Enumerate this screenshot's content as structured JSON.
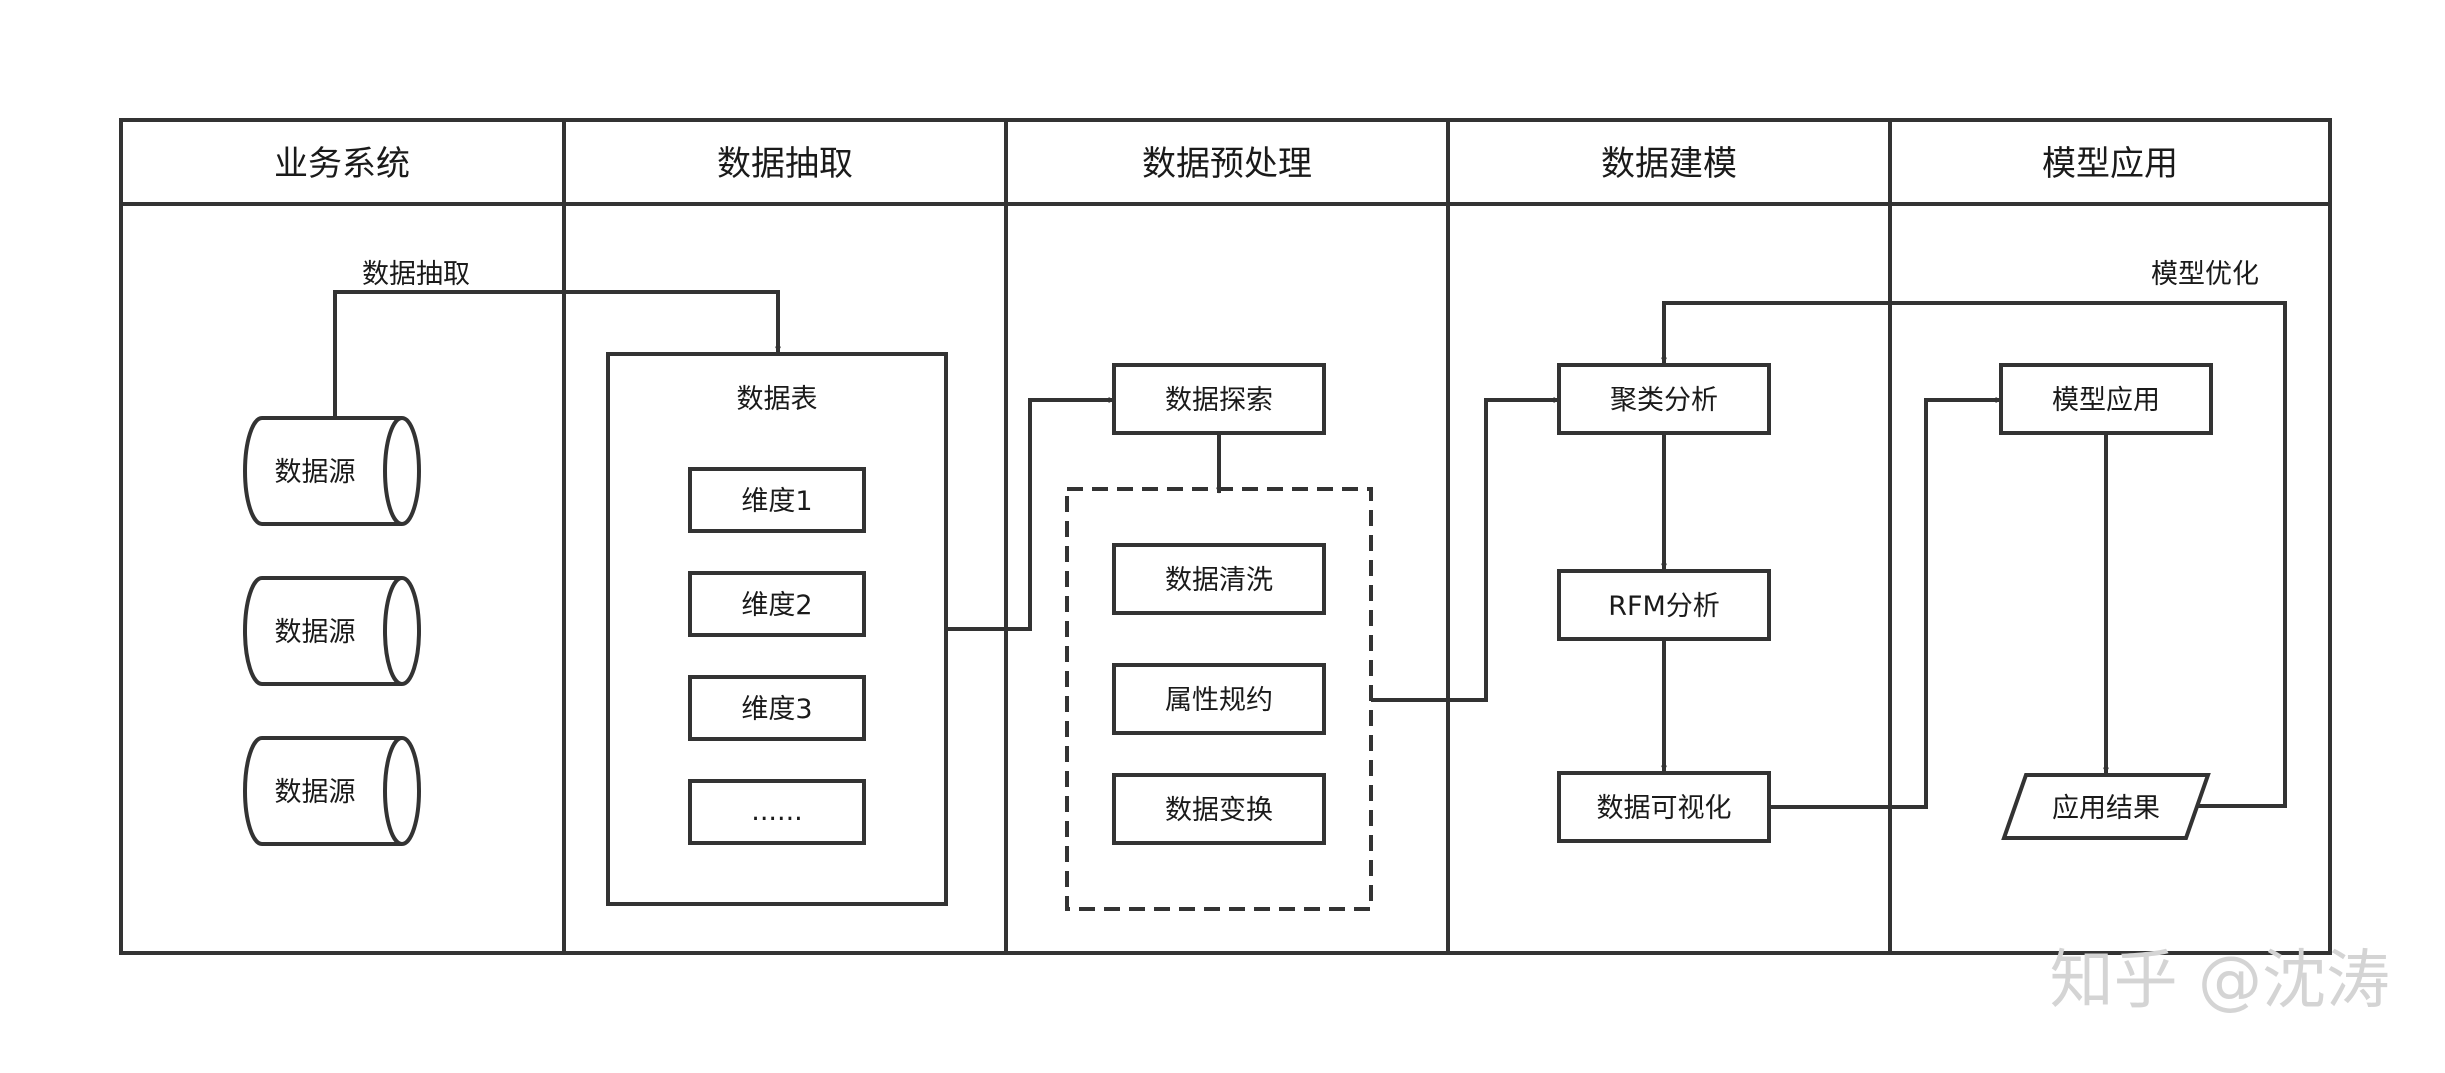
{
  "lanes": {
    "business": "业务系统",
    "extract": "数据抽取",
    "preprocess": "数据预处理",
    "modeling": "数据建模",
    "application": "模型应用"
  },
  "nodes": {
    "source1": "数据源",
    "source2": "数据源",
    "source3": "数据源",
    "data_table": "数据表",
    "dim1": "维度1",
    "dim2": "维度2",
    "dim3": "维度3",
    "dim_more": "......",
    "explore": "数据探索",
    "clean": "数据清洗",
    "reduce": "属性规约",
    "transform": "数据变换",
    "cluster": "聚类分析",
    "rfm": "RFM分析",
    "visualize": "数据可视化",
    "model_app": "模型应用",
    "app_result": "应用结果"
  },
  "edge_labels": {
    "extract": "数据抽取",
    "optimize": "模型优化"
  },
  "watermark": "知乎 @沈涛"
}
